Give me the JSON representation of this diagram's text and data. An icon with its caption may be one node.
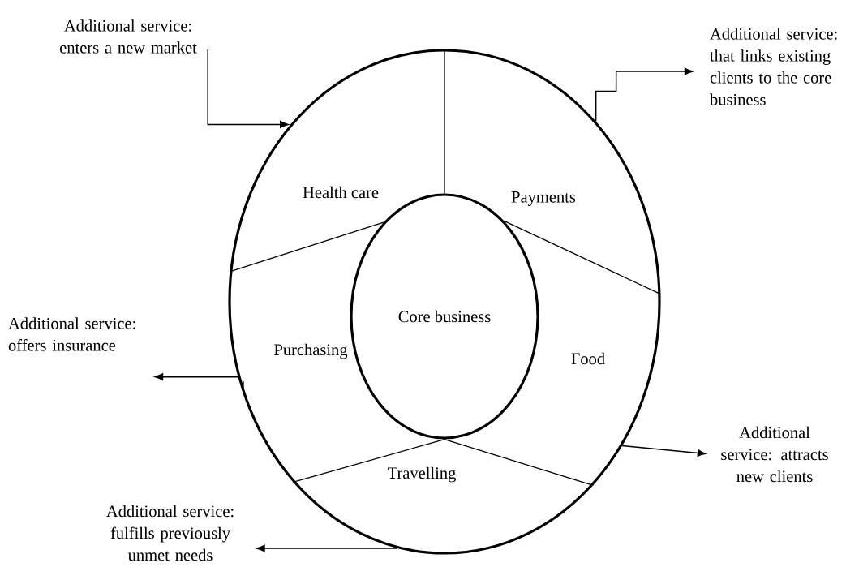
{
  "diagram": {
    "nodes": [
      {
        "text": [],
        "shape": "circle"
      },
      {
        "text": [
          "Health care"
        ],
        "in": 0
      },
      {
        "text": [
          "Payments"
        ],
        "in": 0
      },
      {
        "text": [
          "Purchasing"
        ],
        "in": 0
      },
      {
        "text": [
          "Food"
        ],
        "in": 0
      },
      {
        "text": [
          "Travelling"
        ],
        "in": 0
      },
      {
        "text": [
          "Core business"
        ],
        "in": 0
      },
      {
        "text": [
          "Additional service: enters a new market"
        ]
      },
      {
        "text": [
          "Additional service: that links existing clients to the core business"
        ]
      },
      {
        "text": [
          "Additional service: offers insurance"
        ]
      },
      {
        "text": [
          "Additional service: attracts new clients"
        ]
      },
      {
        "text": [
          "Additional service: fulfills previously unmet needs"
        ]
      }
    ],
    "edges": [
      {
        "from": 7,
        "to": 0,
        "arrow": "to"
      },
      {
        "from": 0,
        "to": 8,
        "arrow": "to"
      },
      {
        "from": 0,
        "to": 9,
        "arrow": "to"
      },
      {
        "from": 0,
        "to": 10,
        "arrow": "to"
      },
      {
        "from": 0,
        "to": 11,
        "arrow": "to"
      }
    ]
  }
}
